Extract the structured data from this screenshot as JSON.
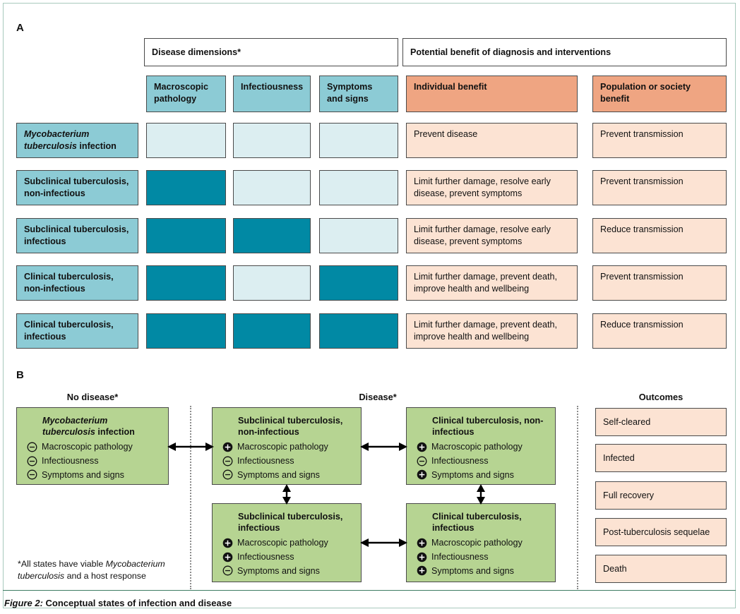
{
  "figure": {
    "number_label": "Figure 2:",
    "caption": "Conceptual states of infection and disease"
  },
  "panel_a": {
    "letter": "A",
    "group_headers": [
      "Disease dimensions*",
      "Potential benefit of diagnosis and interventions"
    ],
    "column_headers": [
      "Macroscopic pathology",
      "Infectiousness",
      "Symptoms and signs",
      "Individual benefit",
      "Population or society benefit"
    ],
    "rows": [
      {
        "state_italic": "Mycobacterium tuberculosis",
        "state_rest": " infection",
        "state_plain": "Mycobacterium tuberculosis infection",
        "macroscopic_pathology": "low",
        "infectiousness": "low",
        "symptoms_and_signs": "low",
        "individual_benefit": "Prevent disease",
        "population_benefit": "Prevent transmission"
      },
      {
        "state_italic": "",
        "state_rest": "Subclinical tuberculosis, non-infectious",
        "state_plain": "Subclinical tuberculosis, non-infectious",
        "macroscopic_pathology": "high",
        "infectiousness": "low",
        "symptoms_and_signs": "low",
        "individual_benefit": "Limit further damage, resolve early disease, prevent symptoms",
        "population_benefit": "Prevent transmission"
      },
      {
        "state_italic": "",
        "state_rest": "Subclinical tuberculosis, infectious",
        "state_plain": "Subclinical tuberculosis, infectious",
        "macroscopic_pathology": "high",
        "infectiousness": "high",
        "symptoms_and_signs": "low",
        "individual_benefit": "Limit further damage, resolve early disease, prevent symptoms",
        "population_benefit": "Reduce transmission"
      },
      {
        "state_italic": "",
        "state_rest": "Clinical tuberculosis, non-infectious",
        "state_plain": "Clinical tuberculosis, non-infectious",
        "macroscopic_pathology": "high",
        "infectiousness": "low",
        "symptoms_and_signs": "high",
        "individual_benefit": "Limit further damage, prevent death, improve health and wellbeing",
        "population_benefit": "Prevent transmission"
      },
      {
        "state_italic": "",
        "state_rest": "Clinical tuberculosis, infectious",
        "state_plain": "Clinical tuberculosis, infectious",
        "macroscopic_pathology": "high",
        "infectiousness": "high",
        "symptoms_and_signs": "high",
        "individual_benefit": "Limit further damage, prevent death, improve health and wellbeing",
        "population_benefit": "Reduce transmission"
      }
    ]
  },
  "panel_b": {
    "letter": "B",
    "column_titles": [
      "No disease*",
      "Disease*",
      "Outcomes"
    ],
    "dimension_labels": [
      "Macroscopic pathology",
      "Infectiousness",
      "Symptoms and signs"
    ],
    "states": [
      {
        "title_italic": "Mycobacterium tuberculosis",
        "title_rest": "infection",
        "title_plain": "Mycobacterium tuberculosis infection",
        "signs": [
          "minus",
          "minus",
          "minus"
        ]
      },
      {
        "title_italic": "",
        "title_rest": "Subclinical tuberculosis, non-infectious",
        "title_plain": "Subclinical tuberculosis, non-infectious",
        "signs": [
          "plus",
          "minus",
          "minus"
        ]
      },
      {
        "title_italic": "",
        "title_rest": "Clinical tuberculosis, non-infectious",
        "title_plain": "Clinical tuberculosis, non-infectious",
        "signs": [
          "plus",
          "minus",
          "plus"
        ]
      },
      {
        "title_italic": "",
        "title_rest": "Subclinical tuberculosis, infectious",
        "title_plain": "Subclinical tuberculosis, infectious",
        "signs": [
          "plus",
          "plus",
          "minus"
        ]
      },
      {
        "title_italic": "",
        "title_rest": "Clinical tuberculosis, infectious",
        "title_plain": "Clinical tuberculosis, infectious",
        "signs": [
          "plus",
          "plus",
          "plus"
        ]
      }
    ],
    "outcomes": [
      "Self-cleared",
      "Infected",
      "Full recovery",
      "Post-tuberculosis sequelae",
      "Death"
    ],
    "footnote_star": "*All states have viable ",
    "footnote_italic": "Mycobacterium tuberculosis",
    "footnote_end": " and a host response",
    "footnote_plain": "*All states have viable Mycobacterium tuberculosis and a host response"
  },
  "colors": {
    "teal_header": "#8ccbd5",
    "teal_dark": "#0189a4",
    "teal_light": "#dceef1",
    "salmon_header": "#efa582",
    "peach": "#fce3d3",
    "green": "#b6d492",
    "border": "#4a4a4a",
    "frame": "#a8c9bd",
    "rule": "#3d7c63"
  }
}
